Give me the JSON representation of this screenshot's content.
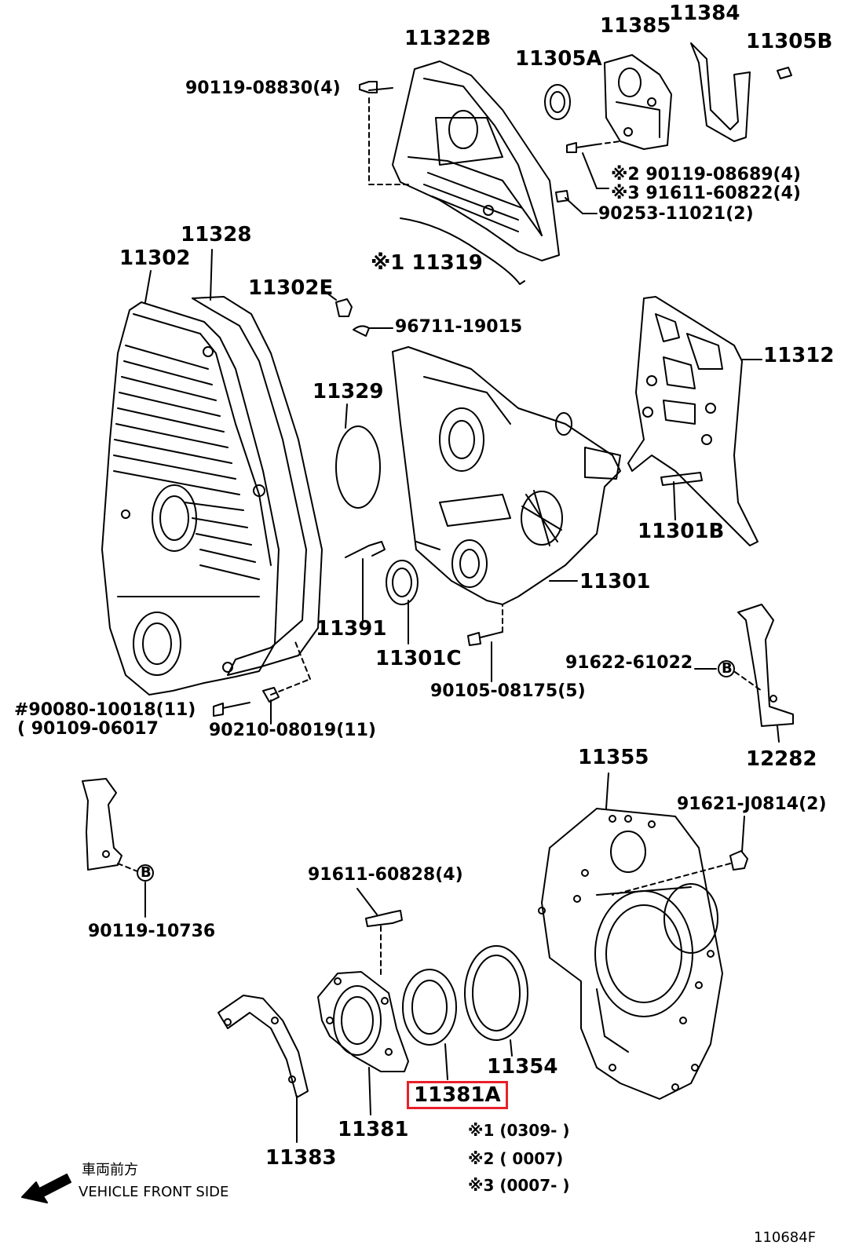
{
  "diagram": {
    "highlight_color": "#e8202a",
    "highlighted_part": "11381A",
    "figure_code": "110684F",
    "direction_jp": "車両前方",
    "direction_en": "VEHICLE FRONT SIDE",
    "direction_icon": "arrow-left-down-icon",
    "labels": {
      "p11322B": "11322B",
      "p11385": "11385",
      "p11384": "11384",
      "p11305A": "11305A",
      "p11305B": "11305B",
      "p90119_08830": "90119-08830(4)",
      "n2_90119_08689": "※2 90119-08689(4)",
      "n3_91611_60822": "※3 91611-60822(4)",
      "p90253_11021": "90253-11021(2)",
      "n1_11319": "※1 11319",
      "p11302": "11302",
      "p11328": "11328",
      "p11302E": "11302E",
      "p96711_19015": "96711-19015",
      "p11312": "11312",
      "p11329": "11329",
      "p11301B": "11301B",
      "p11301": "11301",
      "p11391": "11391",
      "p11301C": "11301C",
      "p91622_61022": "91622-61022",
      "p90105_08175": "90105-08175(5)",
      "p90080_10018": "#90080-10018(11)",
      "p90109_06017": "( 90109-06017",
      "p90210_08019": "90210-08019(11)",
      "p12282": "12282",
      "p11355": "11355",
      "p91621_J0814": "91621-J0814(2)",
      "p91611_60828": "91611-60828(4)",
      "p90119_10736": "90119-10736",
      "p11354": "11354",
      "p11381A": "11381A",
      "p11381": "11381",
      "p11383": "11383",
      "ref_b1": "B",
      "ref_b2": "B"
    },
    "notes": [
      "※1 (0309-      )",
      "※2 (      0007)",
      "※3 (0007-      )"
    ]
  }
}
